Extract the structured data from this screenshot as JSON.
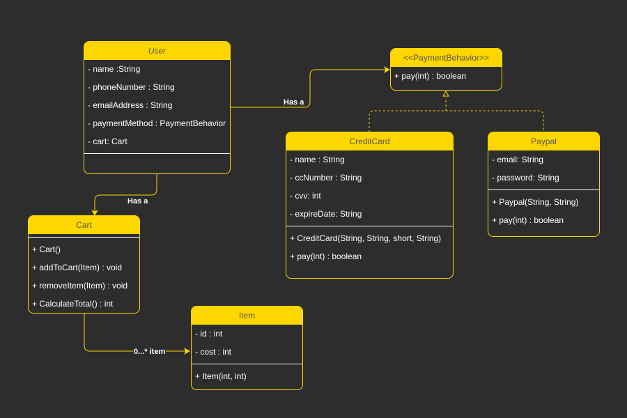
{
  "colors": {
    "background": "#2d2d2d",
    "accent": "#ffd700",
    "header_text": "#555555",
    "body_text": "#ffffff"
  },
  "classes": {
    "user": {
      "name": "User",
      "attributes": [
        "- name :String",
        "- phoneNumber : String",
        "- emailAddress  : String",
        "- paymentMethod : PaymentBehavior",
        "- cart: Cart"
      ],
      "methods": []
    },
    "payment_behavior": {
      "name": "<<PaymentBehavior>>",
      "attributes": [],
      "methods": [
        "+ pay(int) : boolean"
      ]
    },
    "credit_card": {
      "name": "CreditCard",
      "attributes": [
        "- name : String",
        "- ccNumber : String",
        "- cvv: int",
        "- expireDate: String"
      ],
      "methods": [
        "+ CreditCard(String, String, short, String)",
        "+ pay(int) : boolean"
      ]
    },
    "paypal": {
      "name": "Paypal",
      "attributes": [
        "- email: String",
        "- password: String"
      ],
      "methods": [
        "+ Paypal(String, String)",
        "+ pay(int) : boolean"
      ]
    },
    "cart": {
      "name": "Cart",
      "attributes": [],
      "methods": [
        "+ Cart()",
        "+ addToCart(Item) : void",
        "+ removeItem(Item) : void",
        "+ CalculateTotal() : int"
      ]
    },
    "item": {
      "name": "Item",
      "attributes": [
        "- id : int",
        "- cost : int"
      ],
      "methods": [
        "+ Item(int, int)"
      ]
    }
  },
  "relations": {
    "user_payment": {
      "label": "Has a",
      "type": "association"
    },
    "user_cart": {
      "label": "Has a",
      "type": "association"
    },
    "cart_item": {
      "label": "0...* item",
      "type": "association"
    },
    "realization": {
      "type": "realization"
    }
  }
}
